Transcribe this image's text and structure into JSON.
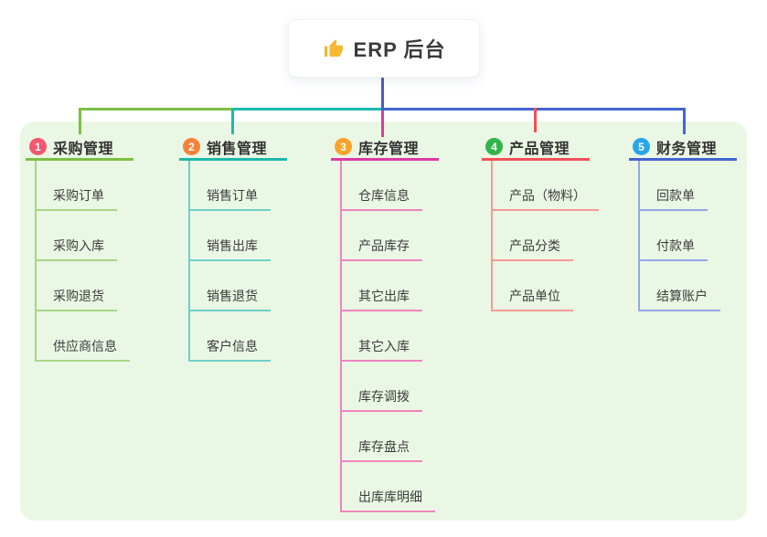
{
  "root": {
    "title": "ERP 后台",
    "icon": "thumbs-up-icon"
  },
  "branches": [
    {
      "badge": "1",
      "title": "采购管理",
      "badge_color": "#f4566d",
      "line_color": "#7cbf44",
      "item_line_color": "#a8d687",
      "items": [
        "采购订单",
        "采购入库",
        "采购退货",
        "供应商信息"
      ]
    },
    {
      "badge": "2",
      "title": "销售管理",
      "badge_color": "#f8823b",
      "line_color": "#1cb9ab",
      "item_line_color": "#6fd0c6",
      "items": [
        "销售订单",
        "销售出库",
        "销售退货",
        "客户信息"
      ]
    },
    {
      "badge": "3",
      "title": "库存管理",
      "badge_color": "#f9a428",
      "line_color": "#dc3ba3",
      "item_line_color": "#ee86bd",
      "items": [
        "仓库信息",
        "产品库存",
        "其它出库",
        "其它入库",
        "库存调拨",
        "库存盘点",
        "出库库明细"
      ]
    },
    {
      "badge": "4",
      "title": "产品管理",
      "badge_color": "#31b44b",
      "line_color": "#f25058",
      "item_line_color": "#f59a96",
      "items": [
        "产品（物料）",
        "产品分类",
        "产品单位"
      ]
    },
    {
      "badge": "5",
      "title": "财务管理",
      "badge_color": "#29a7e8",
      "line_color": "#4365d2",
      "item_line_color": "#93a7e4",
      "items": [
        "回款单",
        "付款单",
        "结算账户"
      ]
    }
  ],
  "colors": {
    "canvas_bg": "#ffffff",
    "panel_bg": "#ebf7e5",
    "root_connector": "#4a5ad0",
    "icon_yellow": "#f7b731"
  }
}
